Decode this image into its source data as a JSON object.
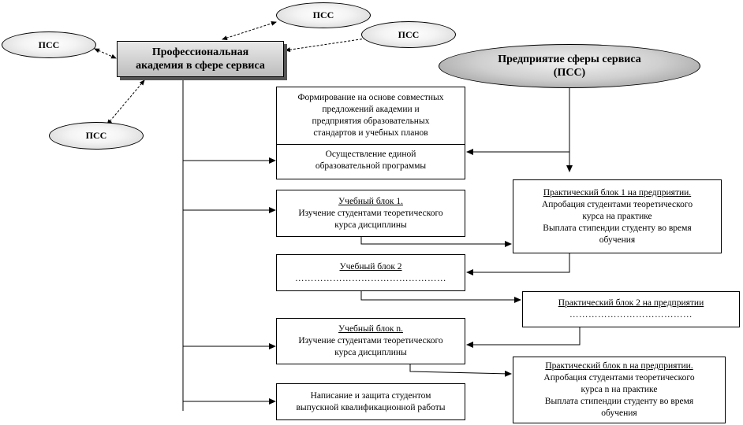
{
  "academy": {
    "line1": "Профессиональная",
    "line2": "академия в сфере сервиса"
  },
  "enterprise": {
    "line1": "Предприятие сферы сервиса",
    "line2": "(ПСС)"
  },
  "pss_label": "ПСС",
  "blocks": {
    "formation": [
      "Формирование на основе совместных",
      "предложений академии и",
      "предприятия образовательных",
      "стандартов и учебных планов"
    ],
    "unified": [
      "Осуществление единой",
      "образовательной программы"
    ],
    "study1": {
      "title": "Учебный блок 1.",
      "lines": [
        "Изучение студентами теоретического",
        "курса дисциплины"
      ]
    },
    "practice1": {
      "title": "Практический блок 1 на предприятии.",
      "lines": [
        "Апробация студентами теоретического",
        "курса на практике",
        "Выплата стипендии студенту во время",
        "обучения"
      ]
    },
    "study2": {
      "title": "Учебный блок 2",
      "dots": "…………………………………………"
    },
    "practice2": {
      "title": "Практический блок 2 на предприятии",
      "dots": "…………………………………"
    },
    "studyN": {
      "title": "Учебный блок n.",
      "lines": [
        "Изучение студентами теоретического",
        "курса дисциплины"
      ]
    },
    "practiceN": {
      "title": "Практический блок n на предприятии.",
      "lines": [
        "Апробация студентами теоретического",
        "курса n на практике",
        "Выплата стипендии студенту во время",
        "обучения"
      ]
    },
    "thesis": [
      "Написание и защита студентом",
      "выпускной квалификационной работы"
    ]
  }
}
